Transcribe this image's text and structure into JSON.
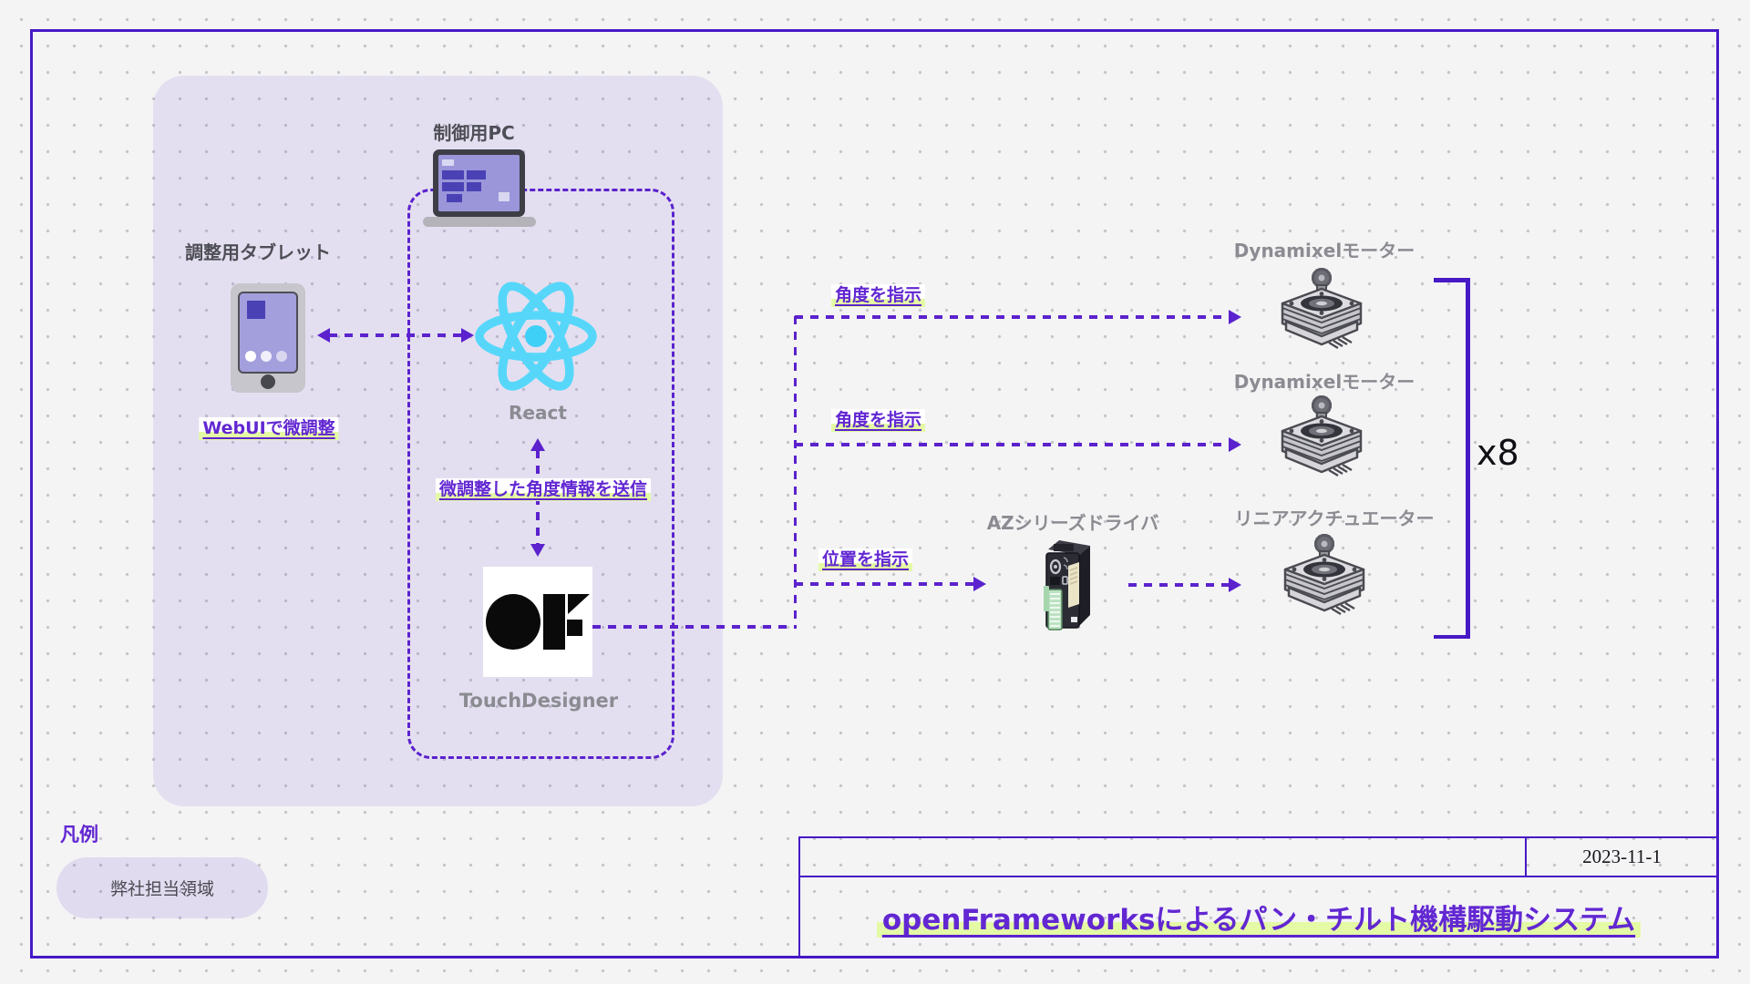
{
  "colors": {
    "frame_purple": "#4619c6",
    "connector_purple": "#5b22cd",
    "label_purple": "#6227d2",
    "highlight_green": "#e4faa5",
    "react_cyan": "#56d7fa",
    "panel_lavender": "#e4def1"
  },
  "company_panel": {
    "control_pc_label": "制御用PC",
    "tablet_label": "調整用タブレット",
    "tablet_note": "WebUIで微調整",
    "react_label": "React",
    "touchdesigner_label": "TouchDesigner",
    "react_td_note": "微調整した角度情報を送信"
  },
  "outputs": {
    "motor1_label": "Dynamixelモーター",
    "motor2_label": "Dynamixelモーター",
    "actuator_label": "リニアアクチュエーター",
    "driver_label": "AZシリーズドライバ",
    "multiplier_label": "x8"
  },
  "edges": {
    "angle_to_motor1": "角度を指示",
    "angle_to_motor2": "角度を指示",
    "position_to_driver": "位置を指示"
  },
  "legend": {
    "heading": "凡例",
    "company_area_label": "弊社担当領域"
  },
  "title_block": {
    "date": "2023-11-1",
    "title": "openFrameworksによるパン・チルト機構駆動システム"
  }
}
